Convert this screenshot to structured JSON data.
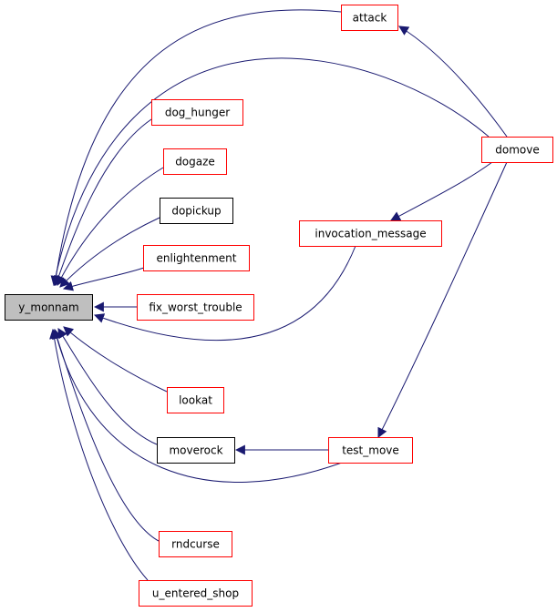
{
  "colors": {
    "root_fill": "#bfbfbf",
    "root_border": "#000000",
    "documented_border": "#ff0000",
    "undocumented_border": "#000000",
    "edge": "#191970",
    "background": "#ffffff"
  },
  "nodes": [
    {
      "id": "y_monnam",
      "label": "y_monnam",
      "kind": "root"
    },
    {
      "id": "attack",
      "label": "attack",
      "kind": "red"
    },
    {
      "id": "dog_hunger",
      "label": "dog_hunger",
      "kind": "red"
    },
    {
      "id": "dogaze",
      "label": "dogaze",
      "kind": "red"
    },
    {
      "id": "dopickup",
      "label": "dopickup",
      "kind": "black"
    },
    {
      "id": "enlightenment",
      "label": "enlightenment",
      "kind": "red"
    },
    {
      "id": "fix_worst_trouble",
      "label": "fix_worst_trouble",
      "kind": "red"
    },
    {
      "id": "lookat",
      "label": "lookat",
      "kind": "red"
    },
    {
      "id": "moverock",
      "label": "moverock",
      "kind": "black"
    },
    {
      "id": "rndcurse",
      "label": "rndcurse",
      "kind": "red"
    },
    {
      "id": "u_entered_shop",
      "label": "u_entered_shop",
      "kind": "red"
    },
    {
      "id": "domove",
      "label": "domove",
      "kind": "red"
    },
    {
      "id": "invocation_message",
      "label": "invocation_message",
      "kind": "red"
    },
    {
      "id": "test_move",
      "label": "test_move",
      "kind": "red"
    }
  ],
  "edges": [
    {
      "from": "attack",
      "to": "y_monnam"
    },
    {
      "from": "dog_hunger",
      "to": "y_monnam"
    },
    {
      "from": "dogaze",
      "to": "y_monnam"
    },
    {
      "from": "dopickup",
      "to": "y_monnam"
    },
    {
      "from": "enlightenment",
      "to": "y_monnam"
    },
    {
      "from": "fix_worst_trouble",
      "to": "y_monnam"
    },
    {
      "from": "lookat",
      "to": "y_monnam"
    },
    {
      "from": "moverock",
      "to": "y_monnam"
    },
    {
      "from": "rndcurse",
      "to": "y_monnam"
    },
    {
      "from": "u_entered_shop",
      "to": "y_monnam"
    },
    {
      "from": "domove",
      "to": "y_monnam"
    },
    {
      "from": "invocation_message",
      "to": "y_monnam"
    },
    {
      "from": "test_move",
      "to": "y_monnam"
    },
    {
      "from": "domove",
      "to": "attack"
    },
    {
      "from": "domove",
      "to": "invocation_message"
    },
    {
      "from": "domove",
      "to": "test_move"
    },
    {
      "from": "test_move",
      "to": "moverock"
    }
  ]
}
